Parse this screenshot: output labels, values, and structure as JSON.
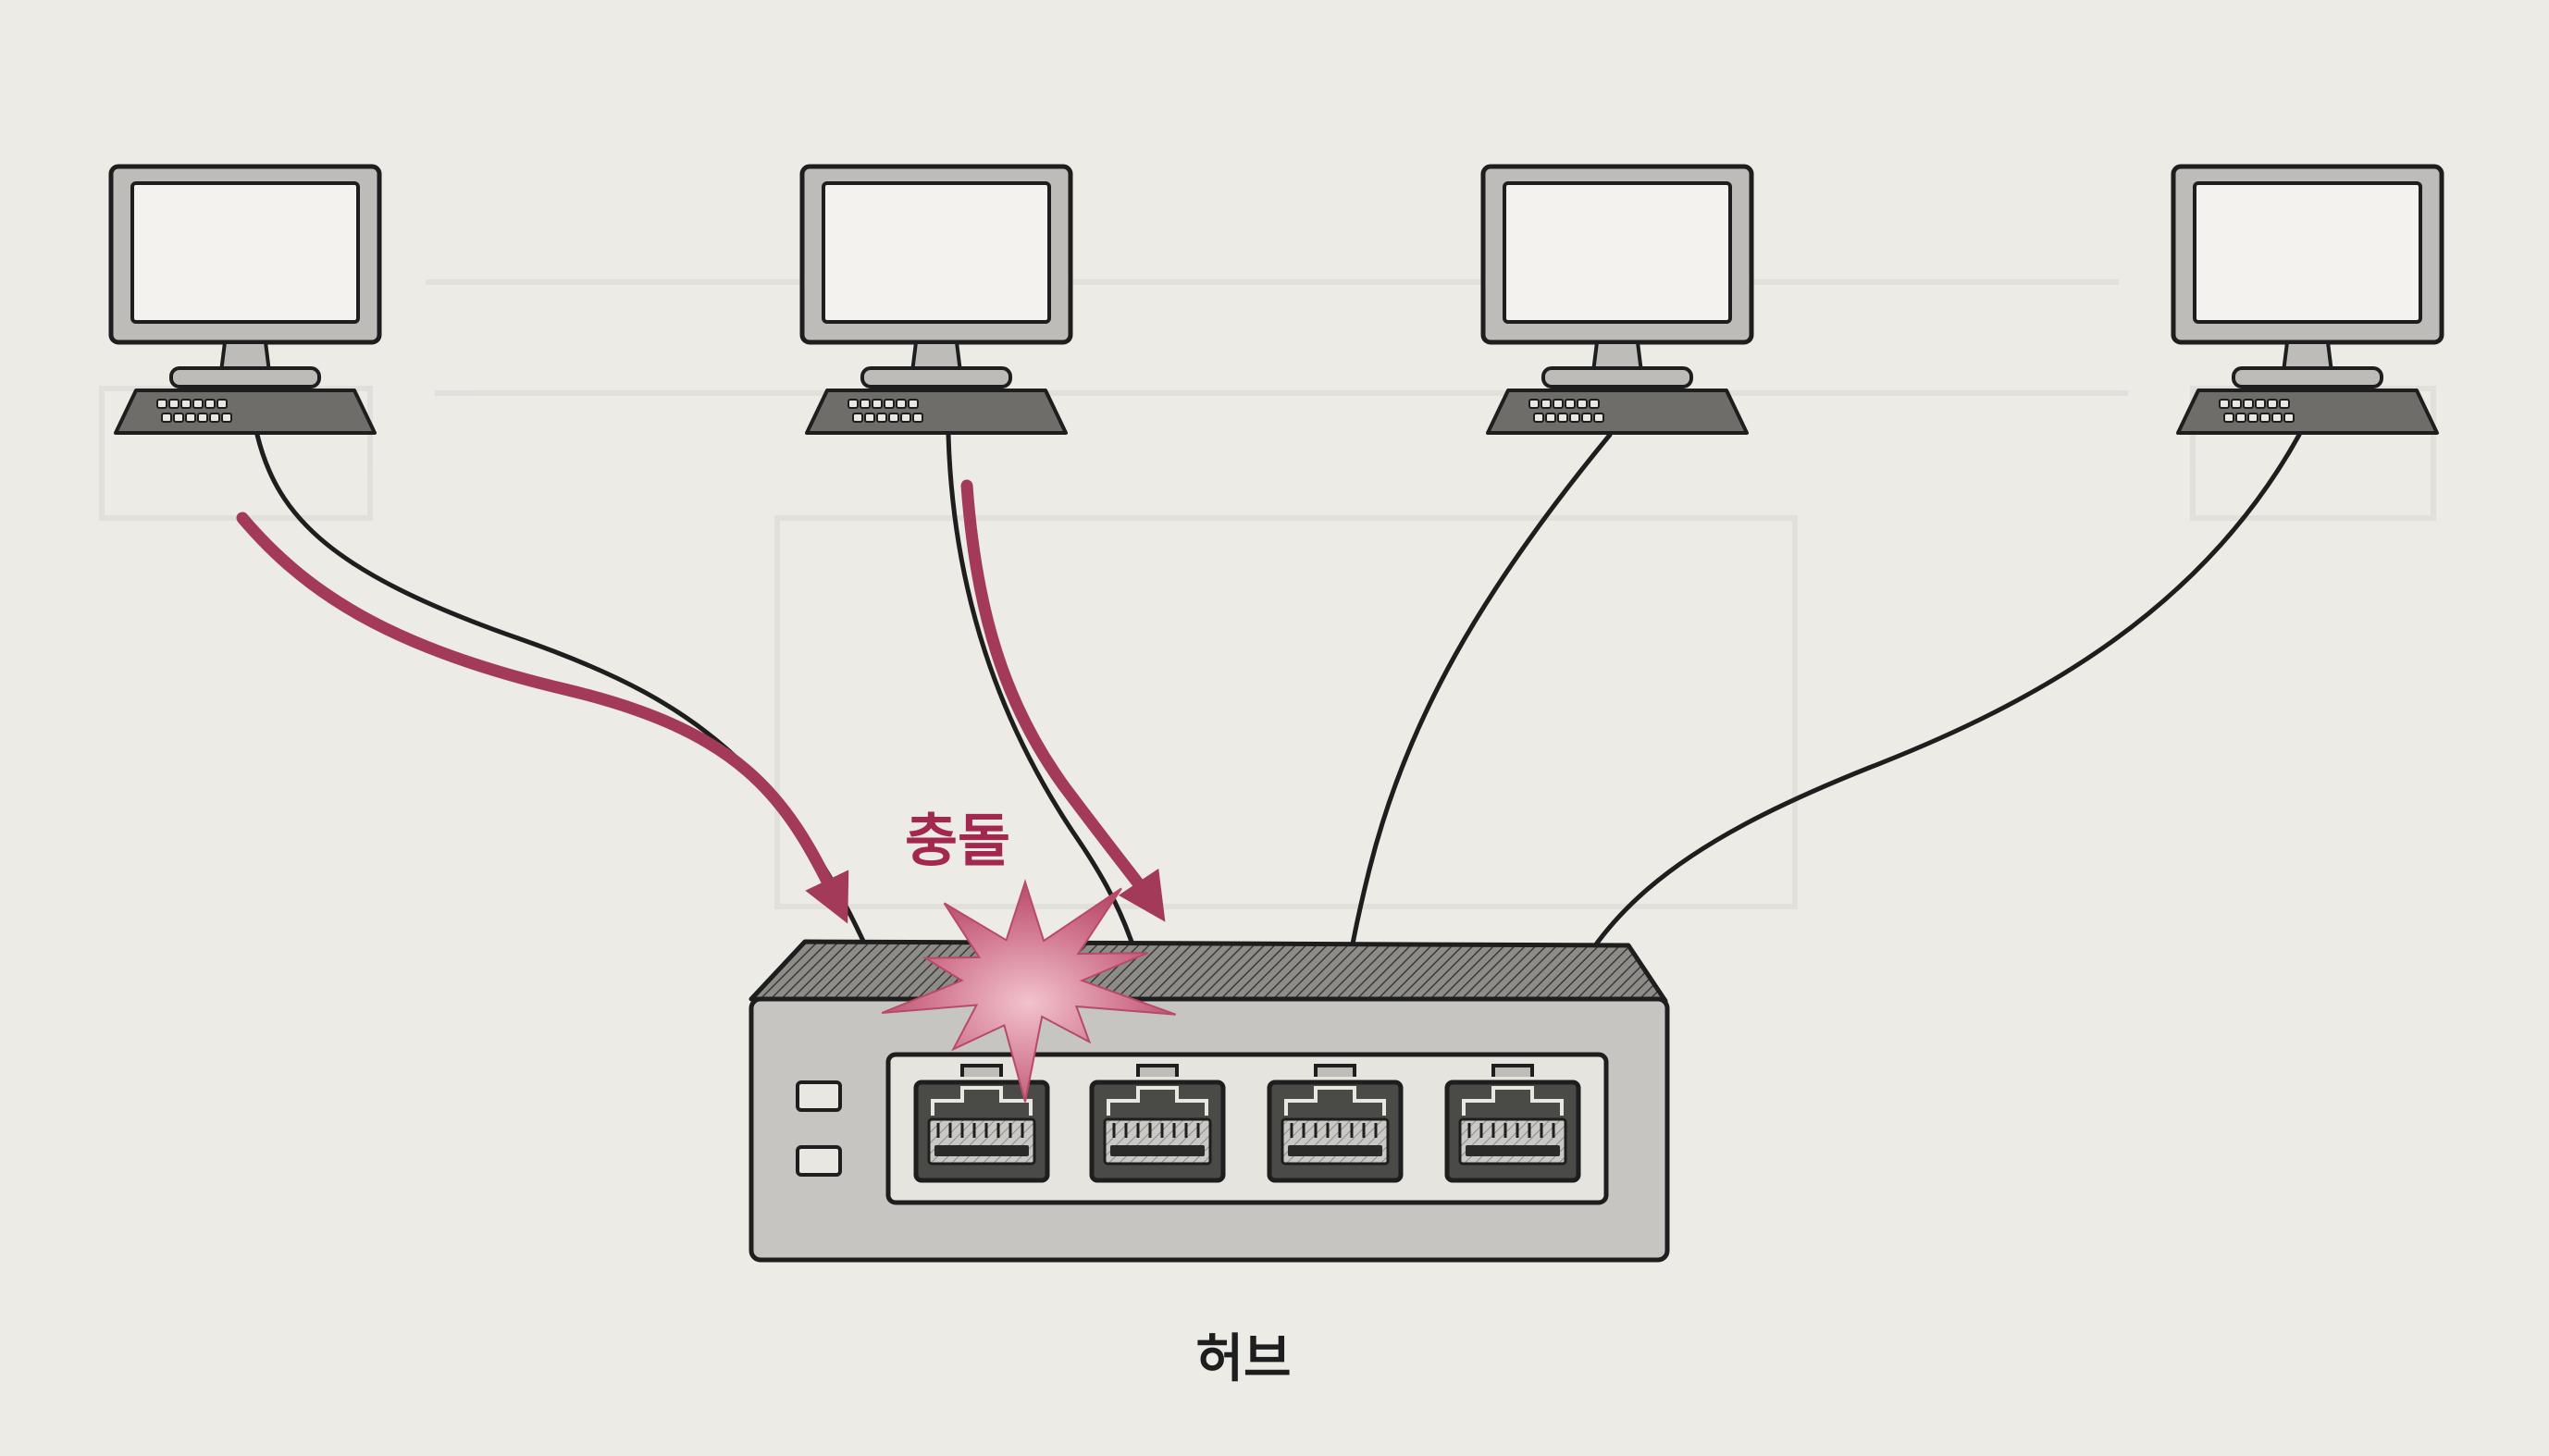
{
  "diagram": {
    "collision_label": "충돌",
    "hub_label": "허브",
    "computers": [
      {
        "id": "pc-1"
      },
      {
        "id": "pc-2"
      },
      {
        "id": "pc-3"
      },
      {
        "id": "pc-4"
      }
    ],
    "hub_ports": [
      {
        "id": "port-1"
      },
      {
        "id": "port-2"
      },
      {
        "id": "port-3"
      },
      {
        "id": "port-4"
      }
    ],
    "colors": {
      "background": "#ecebe6",
      "outline": "#1e1e1e",
      "device_fill": "#bdbcb8",
      "device_dark": "#6e6d6a",
      "screen_fill": "#f3f2ee",
      "signal_arrow": "#a33a5a",
      "collision_burst": "#c0566f",
      "collision_text": "#a3284f"
    }
  }
}
